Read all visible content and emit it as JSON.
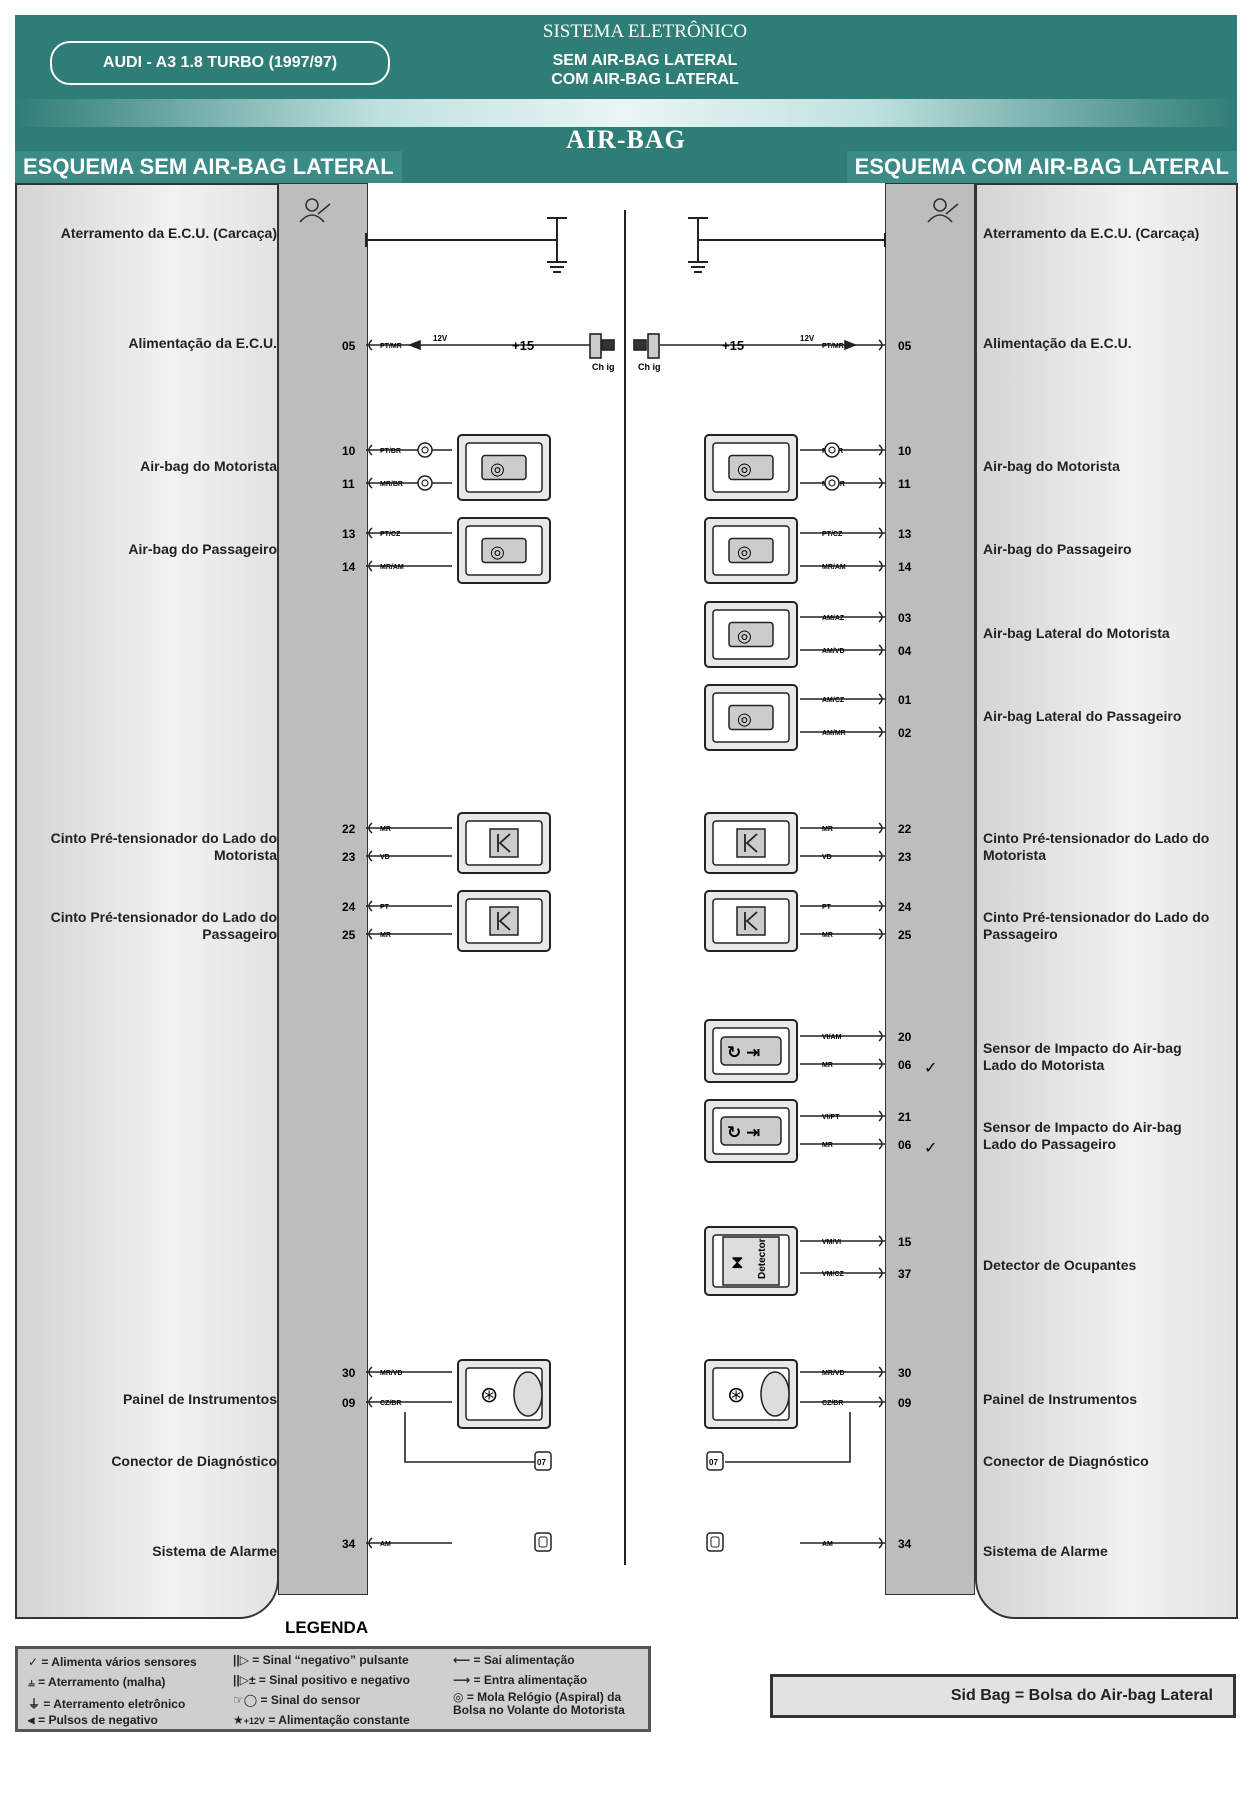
{
  "header": {
    "model": "AUDI - A3 1.8 TURBO (1997/97)",
    "system_title": "SISTEMA ELETRÔNICO",
    "variant_without": "SEM AIR-BAG LATERAL",
    "variant_with": "COM AIR-BAG LATERAL",
    "airbag_title": "AIR-BAG"
  },
  "sections": {
    "left_title": "ESQUEMA SEM AIR-BAG LATERAL",
    "right_title": "ESQUEMA COM AIR-BAG LATERAL"
  },
  "components": {
    "ecu_ground": "Aterramento da E.C.U. (Carcaça)",
    "ecu_power": "Alimentação da E.C.U.",
    "driver_airbag": "Air-bag do Motorista",
    "passenger_airbag": "Air-bag do Passageiro",
    "driver_side_airbag": "Air-bag Lateral do Motorista",
    "passenger_side_airbag": "Air-bag Lateral do Passageiro",
    "driver_pretensioner": "Cinto Pré-tensionador do Lado do Motorista",
    "passenger_pretensioner": "Cinto Pré-tensionador do Lado do Passageiro",
    "driver_impact_sensor": "Sensor de Impacto do Air-bag Lado do Motorista",
    "passenger_impact_sensor": "Sensor de Impacto do Air-bag Lado do Passageiro",
    "occupant_detector": "Detector de Ocupantes",
    "instrument_panel": "Painel de Instrumentos",
    "diagnostic_connector": "Conector de Diagnóstico",
    "alarm_system": "Sistema de Alarme"
  },
  "wiring": {
    "ignition_key": "Ch ig",
    "plus15": "+15",
    "v12": "12V",
    "detector_label": "Detector",
    "diag_pin": "07",
    "left_pins": [
      {
        "pin": "05",
        "wire": "PT/MR"
      },
      {
        "pin": "10",
        "wire": "PT/BR"
      },
      {
        "pin": "11",
        "wire": "MR/BR"
      },
      {
        "pin": "13",
        "wire": "PT/CZ"
      },
      {
        "pin": "14",
        "wire": "MR/AM"
      },
      {
        "pin": "22",
        "wire": "MR"
      },
      {
        "pin": "23",
        "wire": "VD"
      },
      {
        "pin": "24",
        "wire": "PT"
      },
      {
        "pin": "25",
        "wire": "MR"
      },
      {
        "pin": "30",
        "wire": "MR/VD"
      },
      {
        "pin": "09",
        "wire": "CZ/BR"
      },
      {
        "pin": "34",
        "wire": "AM"
      }
    ],
    "right_pins": [
      {
        "pin": "05",
        "wire": "PT/MR"
      },
      {
        "pin": "10",
        "wire": "PT/BR"
      },
      {
        "pin": "11",
        "wire": "MR/BR"
      },
      {
        "pin": "13",
        "wire": "PT/CZ"
      },
      {
        "pin": "14",
        "wire": "MR/AM"
      },
      {
        "pin": "03",
        "wire": "AM/AZ"
      },
      {
        "pin": "04",
        "wire": "AM/VD"
      },
      {
        "pin": "01",
        "wire": "AM/CZ"
      },
      {
        "pin": "02",
        "wire": "AM/MR"
      },
      {
        "pin": "22",
        "wire": "MR"
      },
      {
        "pin": "23",
        "wire": "VD"
      },
      {
        "pin": "24",
        "wire": "PT"
      },
      {
        "pin": "25",
        "wire": "MR"
      },
      {
        "pin": "20",
        "wire": "VI/AM"
      },
      {
        "pin": "06",
        "wire": "MR"
      },
      {
        "pin": "21",
        "wire": "VI/PT"
      },
      {
        "pin": "06",
        "wire": "MR"
      },
      {
        "pin": "15",
        "wire": "VM/VI"
      },
      {
        "pin": "37",
        "wire": "VM/CZ"
      },
      {
        "pin": "30",
        "wire": "MR/VD"
      },
      {
        "pin": "09",
        "wire": "CZ/BR"
      },
      {
        "pin": "34",
        "wire": "AM"
      }
    ]
  },
  "legend": {
    "title": "LEGENDA",
    "items": [
      "= Alimenta vários sensores",
      "= Aterramento (malha)",
      "= Aterramento eletrônico",
      "= Pulsos de negativo",
      "= Sinal “negativo” pulsante",
      "= Sinal positivo e negativo",
      "= Sinal do sensor",
      "= Alimentação constante",
      "= Sai alimentação",
      "= Entra alimentação",
      "= Mola Relógio (Aspiral) da Bolsa no Volante do Motorista"
    ],
    "plus12": "+12V"
  },
  "note": "Sid Bag = Bolsa do Air-bag Lateral",
  "colors": {
    "header_teal": "#2f7d77",
    "section_teal": "#3b8b86",
    "panel_gray": "#bdbdbd"
  }
}
